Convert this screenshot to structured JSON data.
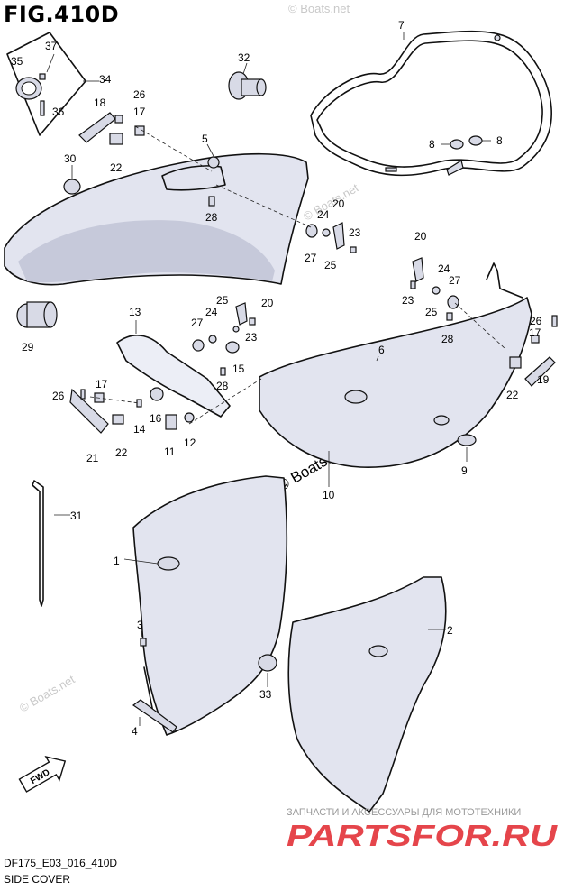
{
  "figure": {
    "title": "FIG.410D",
    "model_code": "DF175_E03_016_410D",
    "section_name": "SIDE COVER"
  },
  "watermarks": {
    "boats": "© Boats.net",
    "boats_center": "© Boats.net",
    "banner_ru": "ЗАПЧАСТИ И АКСЕССУАРЫ ДЛЯ МОТОТЕХНИКИ",
    "banner_brand": "PARTSFOR.RU"
  },
  "arrow_label": "FWD",
  "parts": {
    "p1": "1",
    "p2": "2",
    "p3": "3",
    "p4": "4",
    "p5": "5",
    "p6": "6",
    "p7": "7",
    "p8a": "8",
    "p8b": "8",
    "p9": "9",
    "p10": "10",
    "p11": "11",
    "p12": "12",
    "p13": "13",
    "p14": "14",
    "p15": "15",
    "p16": "16",
    "p17a": "17",
    "p17b": "17",
    "p17c": "17",
    "p18": "18",
    "p19": "19",
    "p20a": "20",
    "p20b": "20",
    "p20c": "20",
    "p21": "21",
    "p22a": "22",
    "p22b": "22",
    "p22c": "22",
    "p23a": "23",
    "p23b": "23",
    "p23c": "23",
    "p24a": "24",
    "p24b": "24",
    "p24c": "24",
    "p25a": "25",
    "p25b": "25",
    "p25c": "25",
    "p26a": "26",
    "p26b": "26",
    "p26c": "26",
    "p27a": "27",
    "p27b": "27",
    "p27c": "27",
    "p28a": "28",
    "p28b": "28",
    "p28c": "28",
    "p29": "29",
    "p30": "30",
    "p31": "31",
    "p32": "32",
    "p33": "33",
    "p34": "34",
    "p35": "35",
    "p36": "36",
    "p37": "37"
  },
  "colors": {
    "panel_fill": "#e2e4ef",
    "banner_red": "#e0242b",
    "watermark_gray": "#c9c9c9"
  }
}
